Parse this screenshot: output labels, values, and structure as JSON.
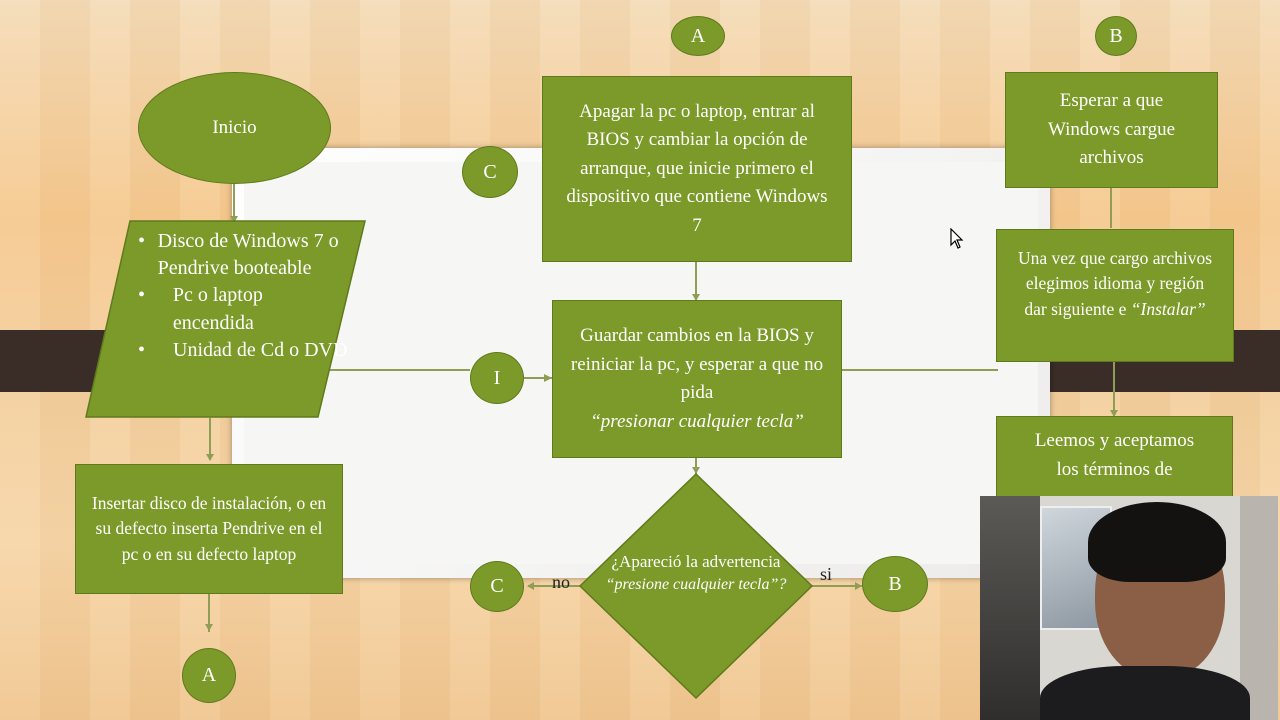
{
  "nodes": {
    "inicio": "Inicio",
    "materials": [
      "Disco de Windows 7 o Pendrive booteable",
      "Pc o laptop encendida",
      "Unidad de Cd o DVD"
    ],
    "insertar": "Insertar disco de instalación, o en su defecto inserta Pendrive en el pc o en su defecto laptop",
    "apagar": "Apagar la pc o laptop, entrar al BIOS y cambiar la opción de arranque, que inicie primero el dispositivo que contiene Windows 7",
    "guardar_1": "Guardar cambios en la BIOS y reiniciar la pc, y esperar a que no pida",
    "guardar_2": "“presionar cualquier tecla”",
    "decision_1": "¿Apareció la advertencia",
    "decision_2": "“presione cualquier tecla”?",
    "esperar": "Esperar a que Windows cargue archivos",
    "idioma_1": "Una vez que cargo archivos elegimos idioma y región dar siguiente e",
    "idioma_2": "“Instalar”",
    "leemos": "Leemos y aceptamos los términos de"
  },
  "connectors": {
    "a_top": "A",
    "b_top": "B",
    "c_mid": "C",
    "i": "I",
    "c_bottom": "C",
    "b_bottom": "B",
    "a_bottom": "A"
  },
  "edge_labels": {
    "no": "no",
    "si": "si"
  },
  "colors": {
    "node_fill": "#7c9a2a",
    "node_border": "#5f7a1a",
    "band": "#3a2c26"
  }
}
